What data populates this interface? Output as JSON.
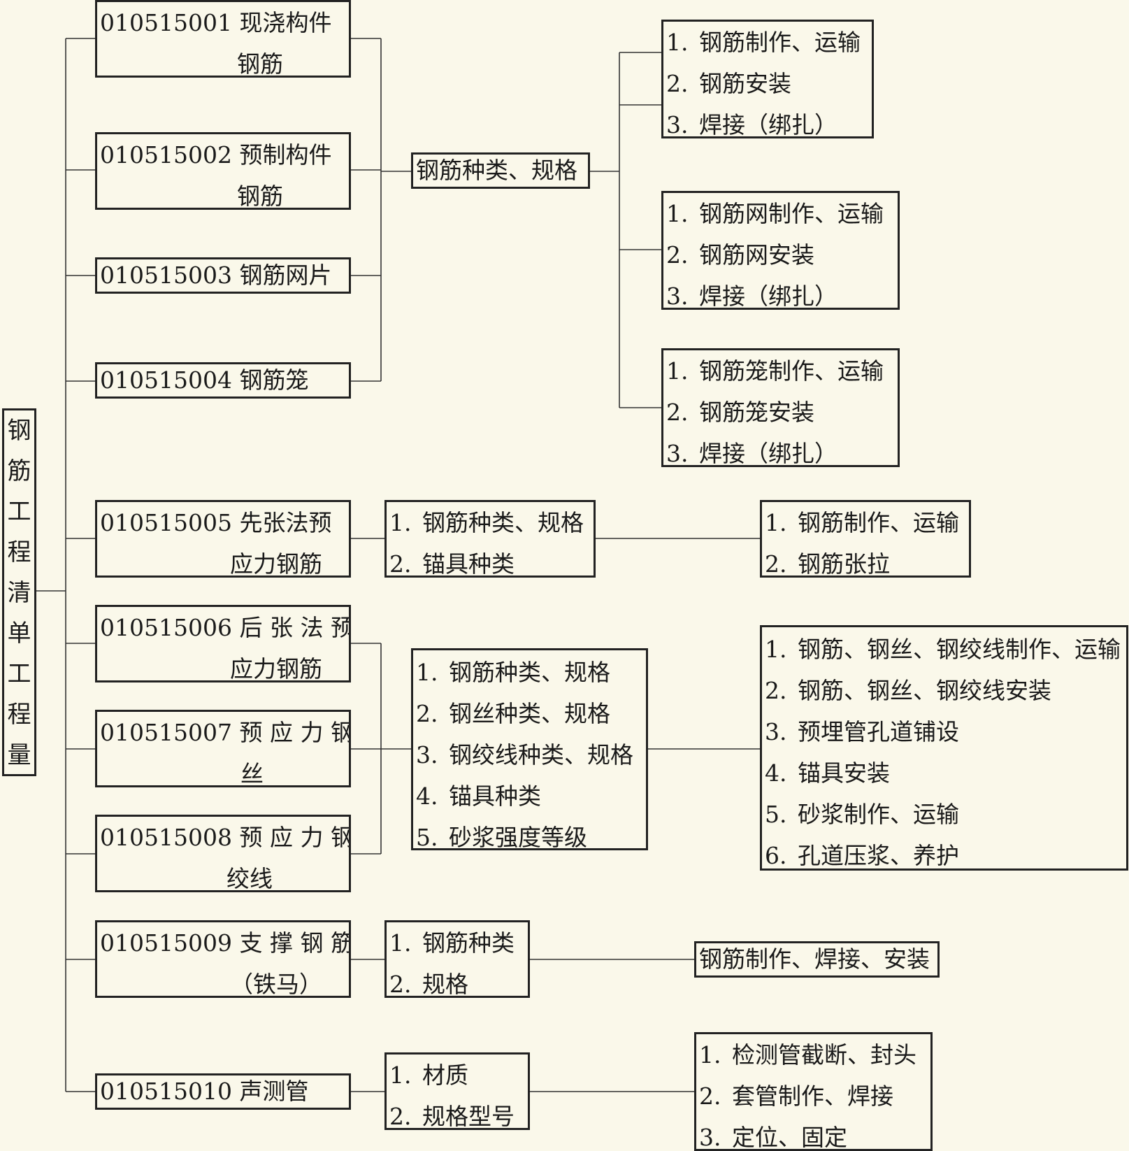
{
  "root": {
    "chars": [
      "钢",
      "筋",
      "工",
      "程",
      "清",
      "单",
      "工",
      "程",
      "量"
    ]
  },
  "items": [
    {
      "code": "010515001",
      "name1": "现浇构件",
      "name2": "钢筋"
    },
    {
      "code": "010515002",
      "name1": "预制构件",
      "name2": "钢筋"
    },
    {
      "code": "010515003",
      "name1": "钢筋网片",
      "name2": ""
    },
    {
      "code": "010515004",
      "name1": "钢筋笼",
      "name2": ""
    },
    {
      "code": "010515005",
      "name1": "先张法预",
      "name2": "应力钢筋"
    },
    {
      "code": "010515006",
      "name1": "后 张 法 预",
      "name2": "应力钢筋"
    },
    {
      "code": "010515007",
      "name1": "预 应 力 钢",
      "name2": "丝"
    },
    {
      "code": "010515008",
      "name1": "预 应 力 钢",
      "name2": "绞线"
    },
    {
      "code": "010515009",
      "name1": "支 撑 钢 筋",
      "name2": "（铁马）"
    },
    {
      "code": "010515010",
      "name1": "声测管",
      "name2": ""
    }
  ],
  "features": {
    "g1": "钢筋种类、规格",
    "g2": [
      "钢筋种类、规格",
      "锚具种类"
    ],
    "g3": [
      "钢筋种类、规格",
      "钢丝种类、规格",
      "钢绞线种类、规格",
      "锚具种类",
      "砂浆强度等级"
    ],
    "g4": [
      "钢筋种类",
      "规格"
    ],
    "g5": [
      "材质",
      "规格型号"
    ]
  },
  "works": {
    "w1": [
      "钢筋制作、运输",
      "钢筋安装",
      "焊接（绑扎）"
    ],
    "w2": [
      "钢筋网制作、运输",
      "钢筋网安装",
      "焊接（绑扎）"
    ],
    "w3": [
      "钢筋笼制作、运输",
      "钢筋笼安装",
      "焊接（绑扎）"
    ],
    "w4": [
      "钢筋制作、运输",
      "钢筋张拉"
    ],
    "w5": [
      "钢筋、钢丝、钢绞线制作、运输",
      "钢筋、钢丝、钢绞线安装",
      "预埋管孔道铺设",
      "锚具安装",
      "砂浆制作、运输",
      "孔道压浆、养护"
    ],
    "w6": "钢筋制作、焊接、安装",
    "w7": [
      "检测管截断、封头",
      "套管制作、焊接",
      "定位、固定"
    ]
  },
  "numbers": [
    "1.",
    "2.",
    "3.",
    "4.",
    "5.",
    "6."
  ]
}
